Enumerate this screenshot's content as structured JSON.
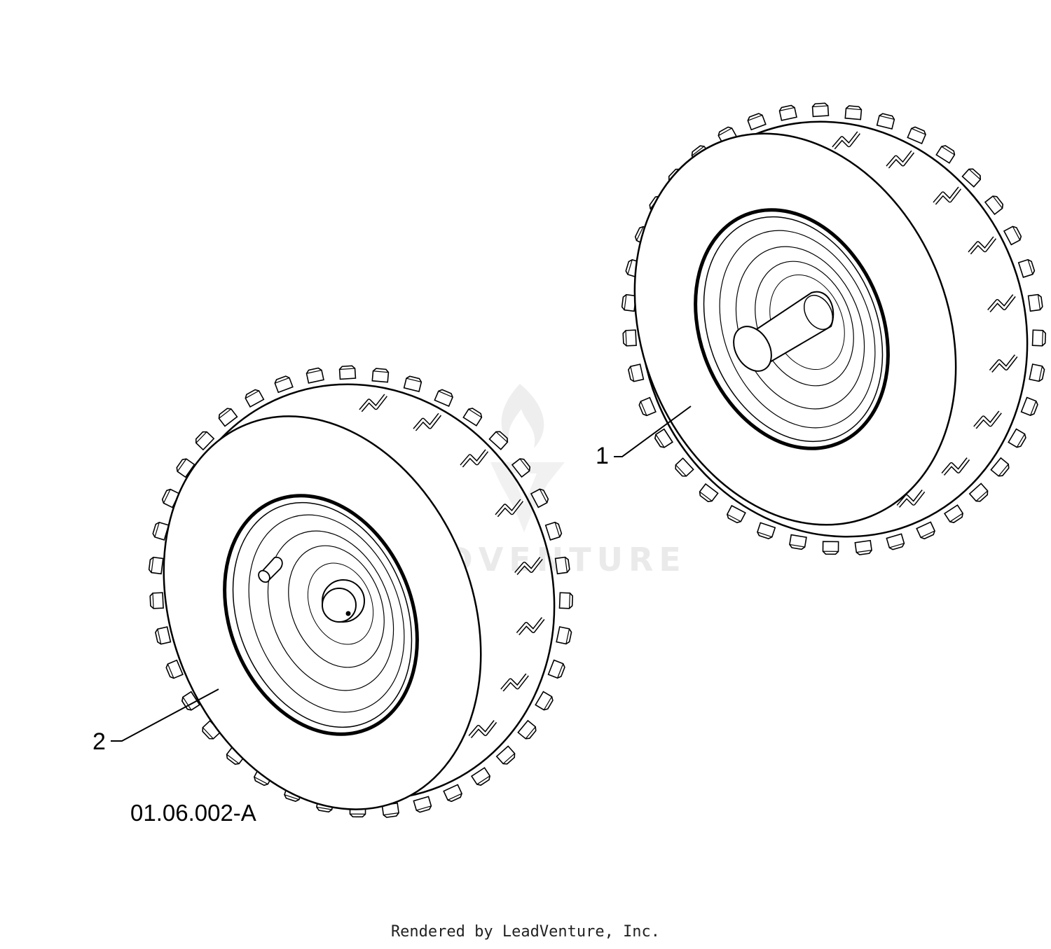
{
  "diagram": {
    "callouts": [
      {
        "label": "1",
        "part": "wheel-with-axle"
      },
      {
        "label": "2",
        "part": "wheel-with-hub"
      }
    ],
    "figure_id": "01.06.002-A",
    "watermark": "LEADVENTURE",
    "footer": "Rendered by LeadVenture, Inc."
  },
  "colors": {
    "line": "#000000",
    "background": "#ffffff",
    "watermark": "#d9d9d9"
  }
}
